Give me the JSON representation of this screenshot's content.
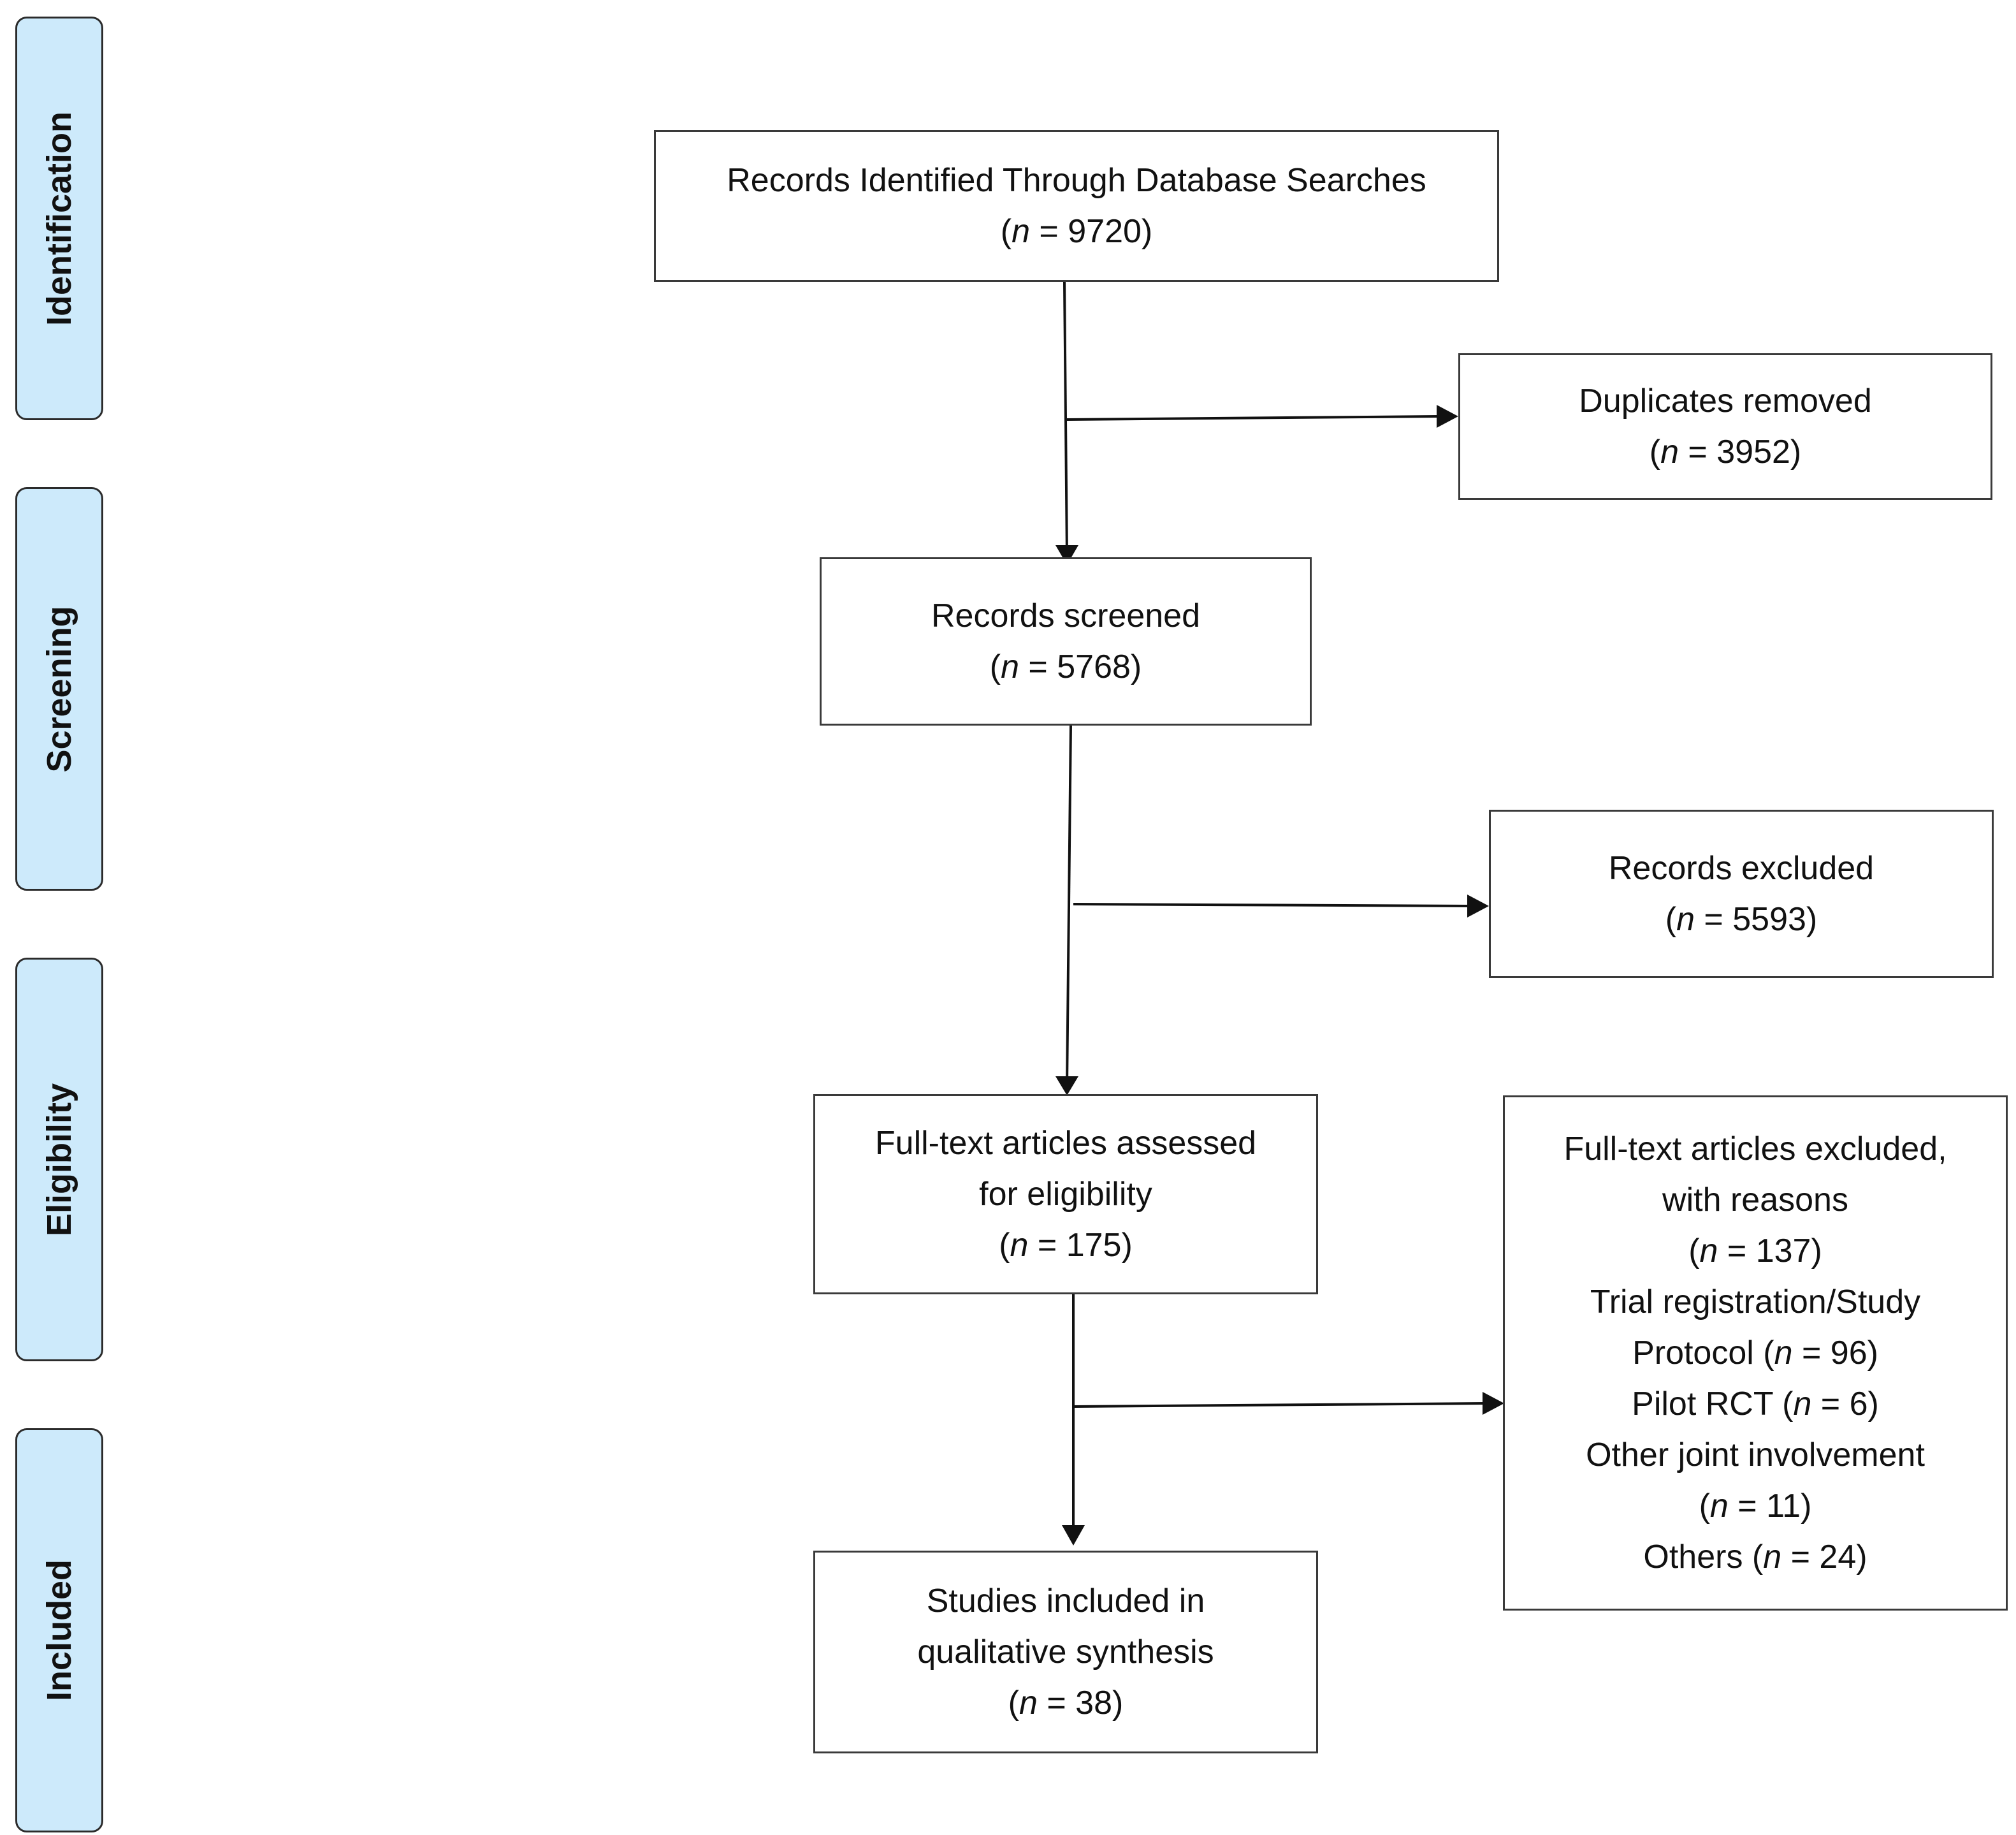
{
  "stages": {
    "identification": "Identification",
    "screening": "Screening",
    "eligibility": "Eligibility",
    "included": "Included"
  },
  "boxes": {
    "identified": {
      "title": "Records Identified Through Database Searches",
      "n_label": "n",
      "n_value": " = 9720)"
    },
    "duplicates": {
      "title": "Duplicates removed",
      "n_label": "n",
      "n_value": " = 3952)"
    },
    "screened": {
      "title": "Records screened",
      "n_label": "n",
      "n_value": " = 5768)"
    },
    "excluded": {
      "title": "Records excluded",
      "n_label": "n",
      "n_value": " = 5593)"
    },
    "fulltext": {
      "title_line1": "Full-text articles assessed",
      "title_line2": "for eligibility",
      "n_label": "n",
      "n_value": " = 175)"
    },
    "fulltext_excluded": {
      "title_line1": "Full-text articles excluded,",
      "title_line2": "with reasons",
      "n_label": "n",
      "n_value": " = 137)",
      "reason1_line1": "Trial registration/Study",
      "reason1_prefix": "Protocol (",
      "reason1_n": "n",
      "reason1_value": " = 96)",
      "reason2_prefix": "Pilot RCT (",
      "reason2_n": "n",
      "reason2_value": " = 6)",
      "reason3_line1": "Other joint involvement",
      "reason3_n": "n",
      "reason3_value": " = 11)",
      "reason4_prefix": "Others (",
      "reason4_n": "n",
      "reason4_value": " = 24)"
    },
    "included": {
      "title_line1": "Studies included in",
      "title_line2": "qualitative synthesis",
      "n_label": "n",
      "n_value": " = 38)"
    }
  }
}
